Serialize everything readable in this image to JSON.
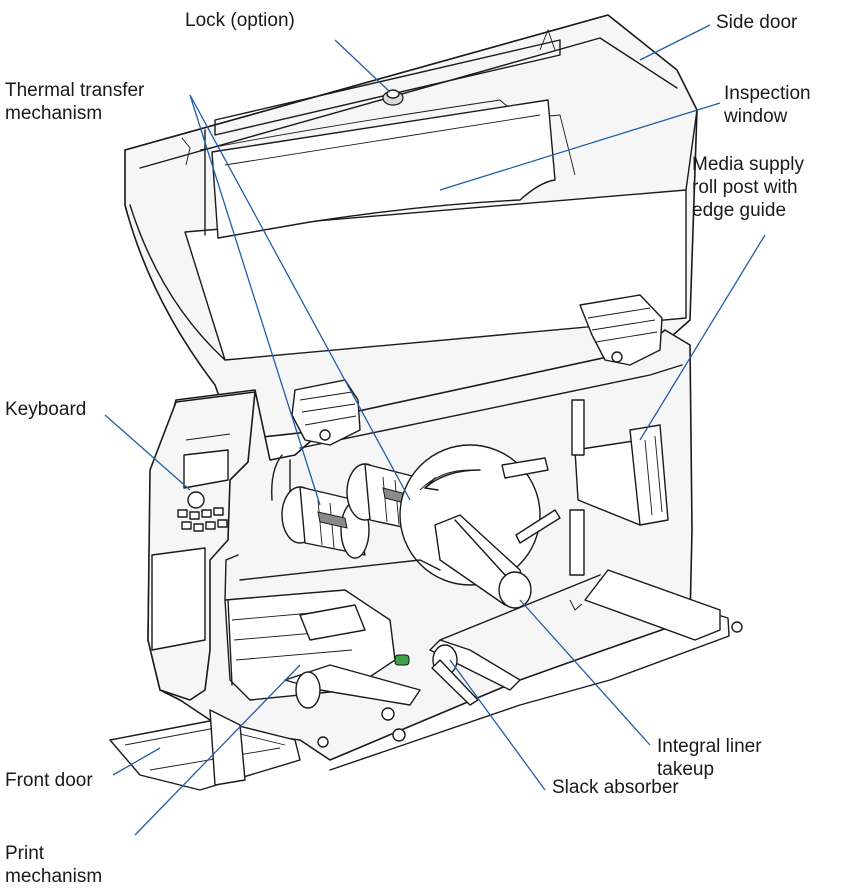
{
  "labels": {
    "lock": [
      "Lock (option)"
    ],
    "side_door": [
      "Side door"
    ],
    "thermal": [
      "Thermal transfer",
      "mechanism"
    ],
    "inspection": [
      "Inspection",
      "window"
    ],
    "media": [
      "Media supply",
      "roll post with",
      "edge guide"
    ],
    "keyboard": [
      "Keyboard"
    ],
    "liner": [
      "Integral liner",
      "takeup"
    ],
    "front_door": [
      "Front door"
    ],
    "slack": [
      "Slack absorber"
    ],
    "print": [
      "Print",
      "mechanism"
    ]
  },
  "colors": {
    "leader": "#1f5fa8",
    "outline": "#1a1a1a",
    "accent_green": "#3aa34a",
    "accent_blue": "#1f5fa8"
  }
}
